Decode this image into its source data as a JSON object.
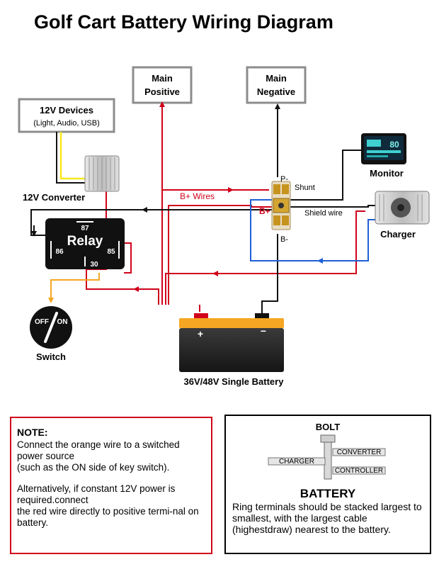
{
  "title": "Golf Cart Battery Wiring Diagram",
  "labels": {
    "main_positive": [
      "Main",
      "Positive"
    ],
    "main_negative": [
      "Main",
      "Negative"
    ],
    "devices_title": "12V Devices",
    "devices_sub": "(Light, Audio, USB)",
    "converter": "12V Converter",
    "relay": "Relay",
    "relay_87": "87",
    "relay_86": "86",
    "relay_85": "85",
    "relay_30": "30",
    "switch_off": "OFF",
    "switch_on": "ON",
    "switch": "Switch",
    "b_plus_wires": "B+ Wires",
    "shunt": "Shunt",
    "p_minus": "P-",
    "b_minus": "B-",
    "b_plus": "B+",
    "shield_wire": "Shield wire",
    "monitor": "Monitor",
    "monitor_value": "80",
    "charger": "Charger",
    "battery_plus": "+",
    "battery_minus": "−",
    "battery": "36V/48V Single Battery"
  },
  "note": {
    "title": "NOTE:",
    "para1": "Connect the orange wire to a switched power source\n(such as the ON side of key switch).",
    "para2": "Alternatively, if constant 12V power is required.connect\nthe red wire directly to positive termi-nal on battery."
  },
  "battery_box": {
    "bolt": "BOLT",
    "converter": "CONVERTER",
    "charger": "CHARGER",
    "controller": "CONTROLLER",
    "heading": "BATTERY",
    "body": "Ring terminals should be stacked largest to smallest, with the largest cable (highestdraw) nearest to the battery."
  },
  "colors": {
    "positive_wire": "#d0021b",
    "negative_wire": "#111111",
    "switch_wire": "#f5a623",
    "yellow_wire": "#f8e71c",
    "shunt_wire": "#1e5fd6",
    "box_border": "#8c8c8c",
    "note_border": "#d0021b"
  }
}
